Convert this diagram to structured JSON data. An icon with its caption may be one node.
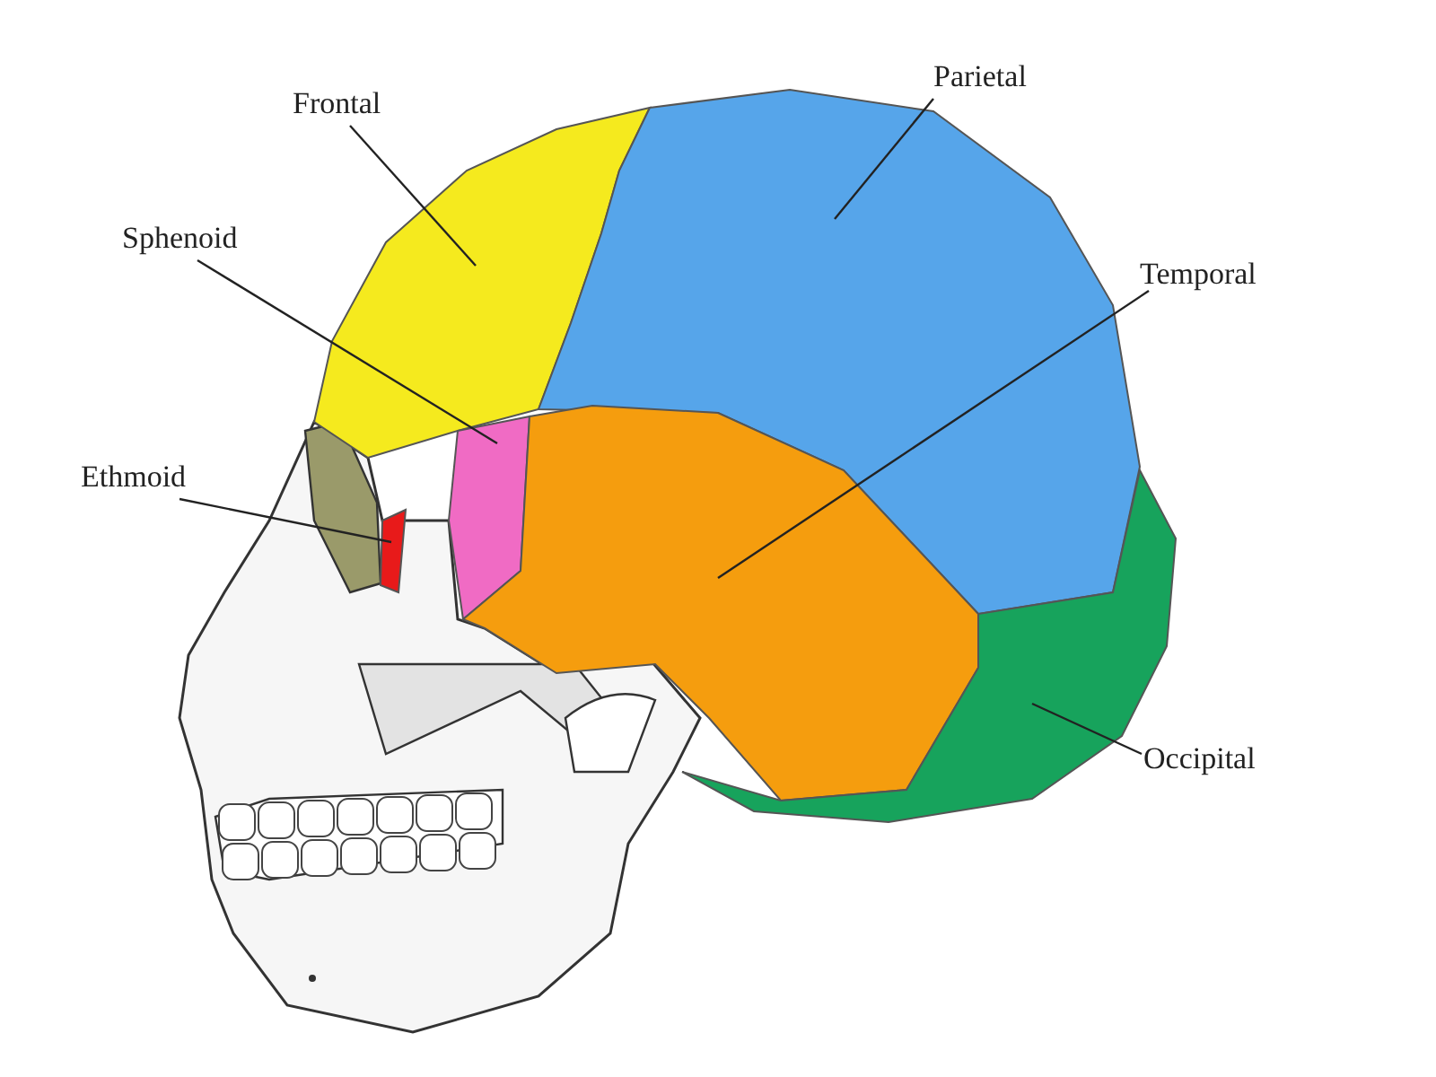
{
  "diagram": {
    "nodes": [
      {
        "text": [
          "Frontal"
        ]
      },
      {
        "text": [
          "Parietal"
        ]
      },
      {
        "text": [
          "Sphenoid"
        ]
      },
      {
        "text": [
          "Temporal"
        ]
      },
      {
        "text": [
          "Ethmoid"
        ]
      },
      {
        "text": [
          "Occipital"
        ]
      },
      {
        "text": [],
        "shape": "picture"
      },
      {
        "text": [],
        "shape": "picture"
      },
      {
        "text": [],
        "shape": "picture"
      },
      {
        "text": [],
        "shape": "picture"
      },
      {
        "text": [],
        "shape": "picture"
      },
      {
        "text": [],
        "shape": "picture"
      }
    ],
    "edges": [
      {
        "from": 0,
        "to": 6,
        "arrow": "none"
      },
      {
        "from": 1,
        "to": 7,
        "arrow": "none"
      },
      {
        "from": 2,
        "to": 8,
        "arrow": "none"
      },
      {
        "from": 3,
        "to": 9,
        "arrow": "none"
      },
      {
        "from": 4,
        "to": 10,
        "arrow": "none"
      },
      {
        "from": 5,
        "to": 11,
        "arrow": "none"
      }
    ]
  }
}
